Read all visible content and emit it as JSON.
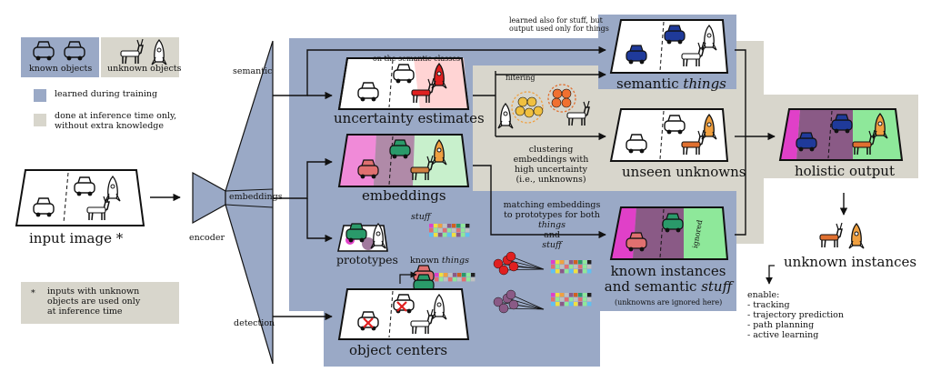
{
  "legend": {
    "known_objects": "known objects",
    "unknown_objects": "unknown objects",
    "learned": "learned during training",
    "inference_line1": "done at inference time only,",
    "inference_line2": "without extra knowledge",
    "note_star": "*",
    "note_line1": "inputs with unknown",
    "note_line2": "objects are used only",
    "note_line3": "at inference time"
  },
  "input": {
    "label": "input image *"
  },
  "encoder": {
    "label": "encoder",
    "branch_semantic": "semantic",
    "branch_embeddings": "embeddings",
    "branch_detection": "detection"
  },
  "stages": {
    "uncertainty": "uncertainty estimates",
    "on_semantic": "on the semantic classes",
    "embeddings": "embeddings",
    "prototypes": "prototypes",
    "stuff_label": "stuff",
    "known_prefix": "known",
    "things_label": "things",
    "object_centers": "object centers"
  },
  "top_note": {
    "line1": "learned also for stuff, but",
    "line2": "output used only for things"
  },
  "semantic_things": {
    "prefix": "semantic",
    "word": "things"
  },
  "filtering": "filtering",
  "clustering": {
    "line1": "clustering",
    "line2": "embeddings with",
    "line3": "high uncertainty",
    "line4": "(i.e., unknowns)"
  },
  "unseen_unknowns": "unseen unknowns",
  "matching": {
    "line1": "matching embeddings",
    "line2": "to prototypes for both",
    "things": "things",
    "and": "and",
    "stuff": "stuff"
  },
  "known_instances": {
    "line1": "known instances",
    "line2_prefix": "and semantic",
    "line2_word": "stuff",
    "note": "(unknowns are ignored here)",
    "ignored": "ignored"
  },
  "holistic": "holistic output",
  "unknown_instances": "unknown instances",
  "enable": {
    "title": "enable:",
    "items": [
      "- tracking",
      "- trajectory prediction",
      "- path planning",
      "- active learning"
    ]
  },
  "colors": {
    "learned": "#9aa9c6",
    "inference": "#d8d6cc",
    "magenta": "#e040c8",
    "purple": "#8a5a86",
    "green": "#8ee89a",
    "red": "#e02020",
    "orange": "#f0a040",
    "blue": "#1f3a9a",
    "pink": "#e07070",
    "teal": "#2a9a6a"
  }
}
